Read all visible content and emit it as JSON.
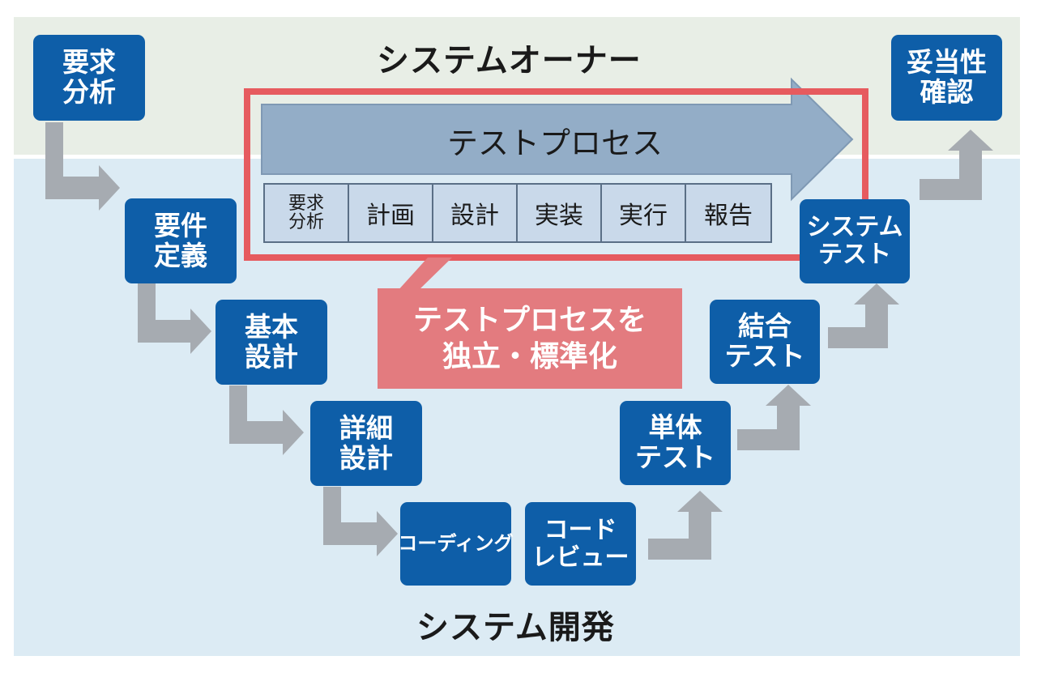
{
  "colors": {
    "node": "#0e5ea8",
    "connector": "#a6abb1",
    "process_arrow": "#93adc7",
    "highlight_frame": "#e65b5f",
    "callout": "#e37b7f",
    "band_owner": "#e8eee6",
    "band_dev": "#dcebf4"
  },
  "bands": {
    "owner_label": "システムオーナー",
    "dev_label": "システム開発"
  },
  "nodes": {
    "requirements_analysis": [
      "要求",
      "分析"
    ],
    "requirements_definition": [
      "要件",
      "定義"
    ],
    "basic_design": [
      "基本",
      "設計"
    ],
    "detailed_design": [
      "詳細",
      "設計"
    ],
    "coding": [
      "コーディング"
    ],
    "code_review": [
      "コード",
      "レビュー"
    ],
    "unit_test": [
      "単体",
      "テスト"
    ],
    "integration_test": [
      "結合",
      "テスト"
    ],
    "system_test": [
      "システム",
      "テスト"
    ],
    "validation": [
      "妥当性",
      "確認"
    ]
  },
  "test_process": {
    "label": "テストプロセス",
    "steps": [
      [
        "要求",
        "分析"
      ],
      [
        "計画"
      ],
      [
        "設計"
      ],
      [
        "実装"
      ],
      [
        "実行"
      ],
      [
        "報告"
      ]
    ]
  },
  "callout": [
    "テストプロセスを",
    "独立・標準化"
  ]
}
